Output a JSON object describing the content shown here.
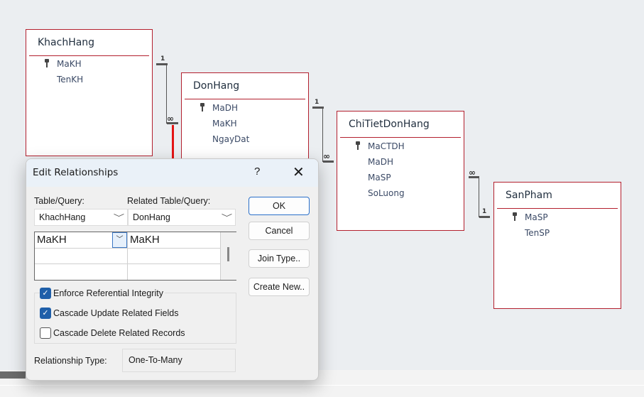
{
  "tables": [
    {
      "name": "KhachHang",
      "fields": [
        {
          "name": "MaKH",
          "primary_key": true
        },
        {
          "name": "TenKH",
          "primary_key": false
        }
      ]
    },
    {
      "name": "DonHang",
      "fields": [
        {
          "name": "MaDH",
          "primary_key": true
        },
        {
          "name": "MaKH",
          "primary_key": false
        },
        {
          "name": "NgayDat",
          "primary_key": false
        }
      ]
    },
    {
      "name": "ChiTietDonHang",
      "fields": [
        {
          "name": "MaCTDH",
          "primary_key": true
        },
        {
          "name": "MaDH",
          "primary_key": false
        },
        {
          "name": "MaSP",
          "primary_key": false
        },
        {
          "name": "SoLuong",
          "primary_key": false
        }
      ]
    },
    {
      "name": "SanPham",
      "fields": [
        {
          "name": "MaSP",
          "primary_key": true
        },
        {
          "name": "TenSP",
          "primary_key": false
        }
      ]
    }
  ],
  "relationships": [
    {
      "one_label": "1",
      "many_label": "∞"
    },
    {
      "one_label": "1",
      "many_label": "∞"
    },
    {
      "one_label": "1",
      "many_label": "∞"
    }
  ],
  "dialog": {
    "title": "Edit Relationships",
    "help": "?",
    "close": "✕",
    "table_label": "Table/Query:",
    "related_label": "Related Table/Query:",
    "table_value": "KhachHang",
    "related_value": "DonHang",
    "field_rows": [
      {
        "left": "MaKH",
        "right": "MaKH"
      }
    ],
    "chevron": "﹀",
    "checkboxes": [
      {
        "label": "Enforce Referential Integrity",
        "checked": true
      },
      {
        "label": "Cascade Update Related Fields",
        "checked": true
      },
      {
        "label": "Cascade Delete Related Records",
        "checked": false
      }
    ],
    "check_mark": "✓",
    "rel_type_label": "Relationship Type:",
    "rel_type_value": "One-To-Many",
    "buttons": {
      "ok": "OK",
      "cancel": "Cancel",
      "join": "Join Type..",
      "create": "Create New.."
    }
  },
  "colors": {
    "table_border": "#b3202e",
    "annotation_arrow": "#e41414",
    "checkbox": "#1f5fa9"
  }
}
